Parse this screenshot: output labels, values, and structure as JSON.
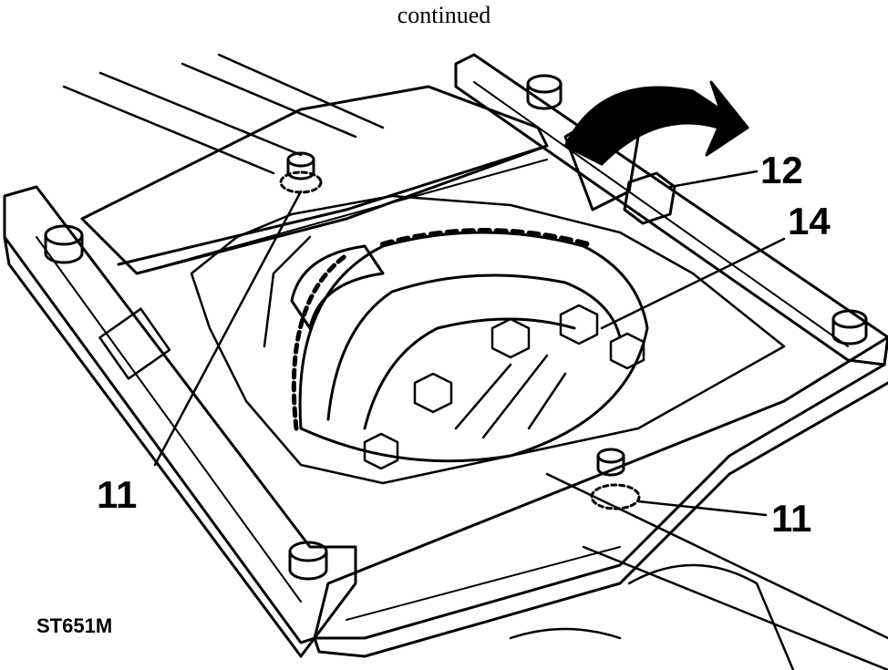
{
  "header": {
    "text": "continued"
  },
  "callouts": [
    {
      "id": "12",
      "label": "12"
    },
    {
      "id": "14",
      "label": "14"
    },
    {
      "id": "11a",
      "label": "11"
    },
    {
      "id": "11b",
      "label": "11"
    }
  ],
  "figure_code": "ST651M",
  "colors": {
    "ink": "#000000",
    "paper": "#ffffff"
  }
}
